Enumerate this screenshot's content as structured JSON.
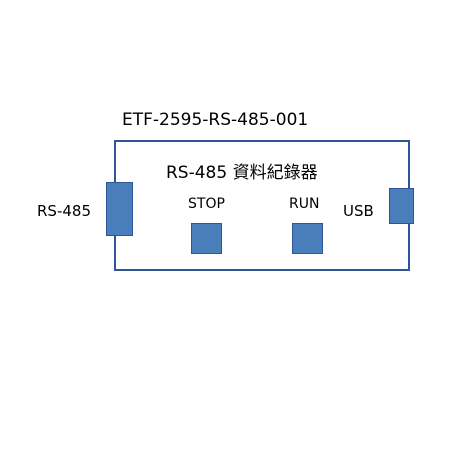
{
  "labels": {
    "model": "ETF-2595-RS-485-001",
    "device_title": "RS-485 資料紀錄器",
    "rs485_port": "RS-485",
    "usb_port": "USB",
    "stop": "STOP",
    "run": "RUN"
  },
  "colors": {
    "outline": "#2f5597",
    "fill": "#4a7ebb",
    "background": "#ffffff",
    "text": "#000000"
  }
}
